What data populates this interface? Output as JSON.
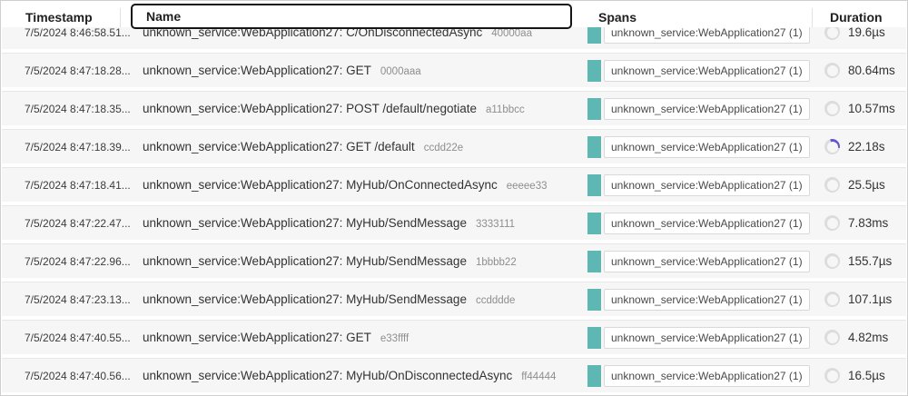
{
  "header": {
    "timestamp": "Timestamp",
    "name": "Name",
    "spans": "Spans",
    "duration": "Duration"
  },
  "colors": {
    "span_bar": "#5eb7b2",
    "ring_track": "#dcdcdc",
    "ring_progress": "#6156d2",
    "row_background": "#f6f6f6"
  },
  "rows": [
    {
      "timestamp": "7/5/2024 8:46:58.51...",
      "name": "unknown_service:WebApplication27: C/OnDisconnectedAsync",
      "trace_id": "40000aa",
      "spans_label": "unknown_service:WebApplication27 (1)",
      "duration": "19.6µs",
      "progress_percent": 0
    },
    {
      "timestamp": "7/5/2024 8:47:18.28...",
      "name": "unknown_service:WebApplication27: GET",
      "trace_id": "0000aaa",
      "spans_label": "unknown_service:WebApplication27 (1)",
      "duration": "80.64ms",
      "progress_percent": 0
    },
    {
      "timestamp": "7/5/2024 8:47:18.35...",
      "name": "unknown_service:WebApplication27: POST /default/negotiate",
      "trace_id": "a11bbcc",
      "spans_label": "unknown_service:WebApplication27 (1)",
      "duration": "10.57ms",
      "progress_percent": 0
    },
    {
      "timestamp": "7/5/2024 8:47:18.39...",
      "name": "unknown_service:WebApplication27: GET /default",
      "trace_id": "ccdd22e",
      "spans_label": "unknown_service:WebApplication27 (1)",
      "duration": "22.18s",
      "progress_percent": 32
    },
    {
      "timestamp": "7/5/2024 8:47:18.41...",
      "name": "unknown_service:WebApplication27: MyHub/OnConnectedAsync",
      "trace_id": "eeeee33",
      "spans_label": "unknown_service:WebApplication27 (1)",
      "duration": "25.5µs",
      "progress_percent": 0
    },
    {
      "timestamp": "7/5/2024 8:47:22.47...",
      "name": "unknown_service:WebApplication27: MyHub/SendMessage",
      "trace_id": "3333111",
      "spans_label": "unknown_service:WebApplication27 (1)",
      "duration": "7.83ms",
      "progress_percent": 0
    },
    {
      "timestamp": "7/5/2024 8:47:22.96...",
      "name": "unknown_service:WebApplication27: MyHub/SendMessage",
      "trace_id": "1bbbb22",
      "spans_label": "unknown_service:WebApplication27 (1)",
      "duration": "155.7µs",
      "progress_percent": 0
    },
    {
      "timestamp": "7/5/2024 8:47:23.13...",
      "name": "unknown_service:WebApplication27: MyHub/SendMessage",
      "trace_id": "ccdddde",
      "spans_label": "unknown_service:WebApplication27 (1)",
      "duration": "107.1µs",
      "progress_percent": 0
    },
    {
      "timestamp": "7/5/2024 8:47:40.55...",
      "name": "unknown_service:WebApplication27: GET",
      "trace_id": "e33ffff",
      "spans_label": "unknown_service:WebApplication27 (1)",
      "duration": "4.82ms",
      "progress_percent": 0
    },
    {
      "timestamp": "7/5/2024 8:47:40.56...",
      "name": "unknown_service:WebApplication27: MyHub/OnDisconnectedAsync",
      "trace_id": "ff44444",
      "spans_label": "unknown_service:WebApplication27 (1)",
      "duration": "16.5µs",
      "progress_percent": 0
    }
  ]
}
